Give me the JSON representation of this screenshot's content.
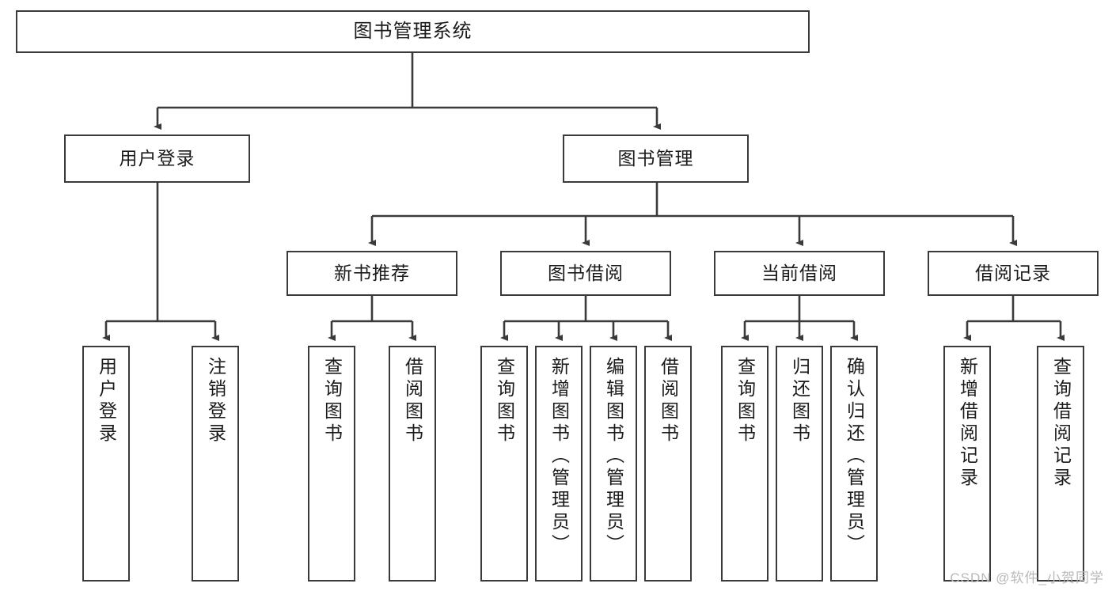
{
  "diagram": {
    "title": "图书管理系统",
    "type": "hierarchy-tree",
    "colors": {
      "box_border": "#3a3a3a",
      "box_fill": "#ffffff",
      "connector": "#3a3a3a",
      "text": "#1b1b1b",
      "watermark": "#b9b9b9",
      "background": "#ffffff"
    },
    "root": {
      "label": "图书管理系统"
    },
    "level2": [
      {
        "label": "用户登录"
      },
      {
        "label": "图书管理"
      }
    ],
    "level3": [
      {
        "label": "新书推荐"
      },
      {
        "label": "图书借阅"
      },
      {
        "label": "当前借阅"
      },
      {
        "label": "借阅记录"
      }
    ],
    "leaves": {
      "user_login": [
        {
          "label": "用户登录"
        },
        {
          "label": "注销登录"
        }
      ],
      "new_book_recommend": [
        {
          "label": "查询图书"
        },
        {
          "label": "借阅图书"
        }
      ],
      "book_borrow": [
        {
          "label": "查询图书"
        },
        {
          "label": "新增图书（管理员）"
        },
        {
          "label": "编辑图书（管理员）"
        },
        {
          "label": "借阅图书"
        }
      ],
      "current_borrow": [
        {
          "label": "查询图书"
        },
        {
          "label": "归还图书"
        },
        {
          "label": "确认归还（管理员）"
        }
      ],
      "borrow_record": [
        {
          "label": "新增借阅记录"
        },
        {
          "label": "查询借阅记录"
        }
      ]
    },
    "watermark": "CSDN @软件_小贺同学"
  }
}
